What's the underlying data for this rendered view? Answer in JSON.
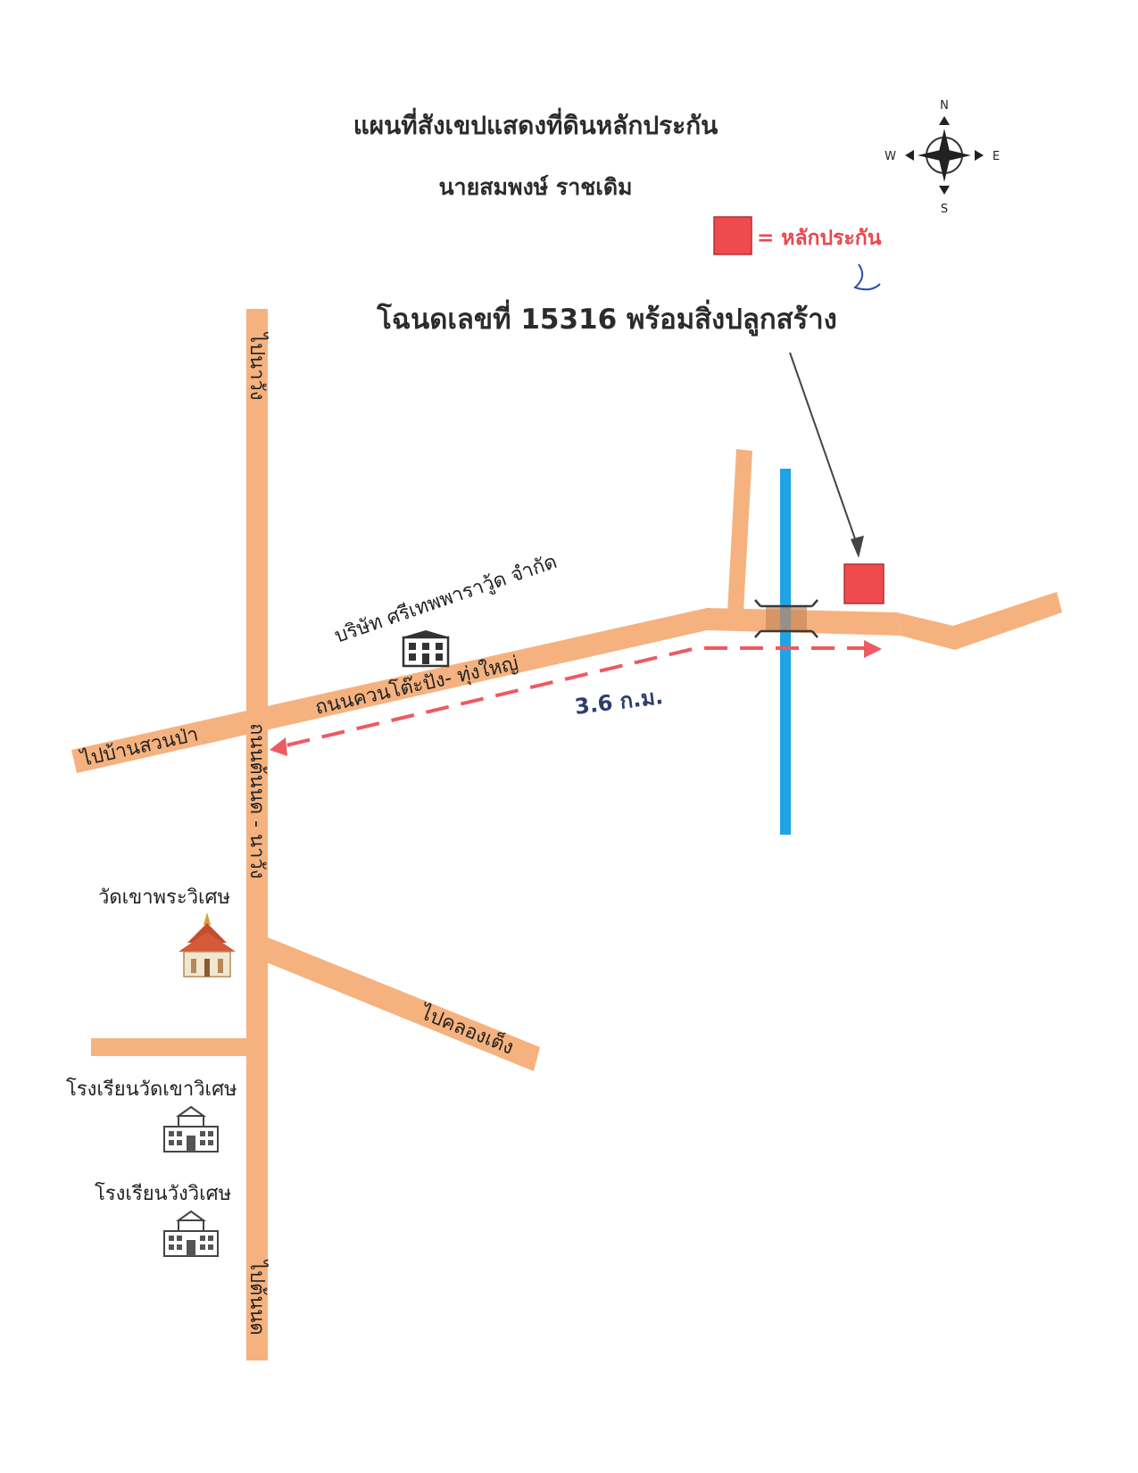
{
  "map": {
    "title": "แผนที่สังเขปแสดงที่ดินหลักประกัน",
    "owner": "นายสมพงษ์  ราชเดิม",
    "legend": {
      "marker_color": "#ef4b4f",
      "text": "= หลักประกัน",
      "text_color": "#e9474e"
    },
    "deed": "โฉนดเลขที่ 15316 พร้อมสิ่งปลูกสร้าง",
    "compass": {
      "n": "N",
      "s": "S",
      "e": "E",
      "w": "W"
    },
    "roads": {
      "to_nawang": "ไปนาวัง",
      "to_ban_suan_pa": "ไปบ้านสวนป่า",
      "main_road": "ถนนควนโต๊ะปัง- ทุ่งใหญ่",
      "ton_nod_road": "ถนนต้นนด - นาวัง",
      "to_khlong_teng": "ไปคลองเต็ง",
      "to_ton_nod": "ไปต้นนด"
    },
    "distance": "3.6 ก.ม.",
    "places": {
      "company": "บริษัท ศรีเทพพาราวู้ด จำกัด",
      "temple": "วัดเขาพระวิเศษ",
      "school1": "โรงเรียนวัดเขาวิเศษ",
      "school2": "โรงเรียนวังวิเศษ"
    },
    "colors": {
      "road": "#f5b27f",
      "river": "#1fa3e6",
      "route": "#ee5a62"
    }
  }
}
